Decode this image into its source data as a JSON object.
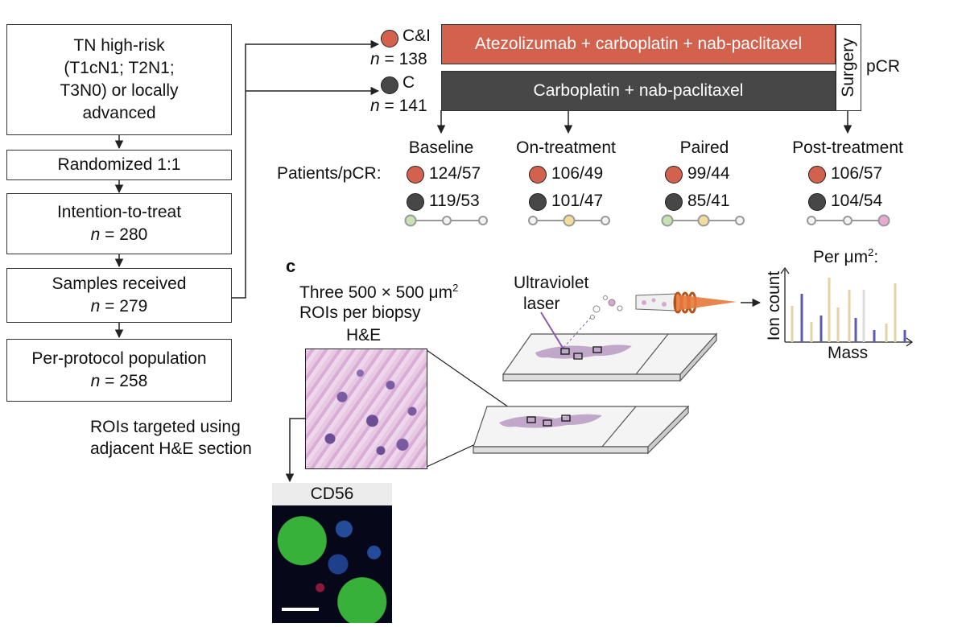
{
  "colors": {
    "ci": "#d2614d",
    "c": "#474747",
    "tl_baseline": "#c6e3b1",
    "tl_ontreatment": "#f4dd9c",
    "tl_post": "#eaa9cf",
    "tl_grey": "#f3f3f3"
  },
  "flow": {
    "box1": [
      "TN high-risk",
      "(T1cN1; T2N1;",
      "T3N0) or locally",
      "advanced"
    ],
    "box2": "Randomized 1:1",
    "box3_label": "Intention-to-treat",
    "box4_label": "Samples received",
    "box5_label": "Per-protocol population",
    "n_prefix": "n",
    "n_eq": " = ",
    "box3_n": "280",
    "box4_n": "279",
    "box5_n": "258"
  },
  "arms": {
    "ci_label": "C&I",
    "ci_n": "138",
    "c_label": "C",
    "c_n": "141",
    "ci_regimen": "Atezolizumab + carboplatin + nab-paclitaxel",
    "c_regimen": "Carboplatin + nab-paclitaxel",
    "surgery": "Surgery",
    "pcr": "pCR"
  },
  "timepoints": {
    "row_label": "Patients/pCR:",
    "items": [
      {
        "name": "Baseline",
        "ci": "124/57",
        "c": "119/53"
      },
      {
        "name": "On-treatment",
        "ci": "106/49",
        "c": "101/47"
      },
      {
        "name": "Paired",
        "ci": "99/44",
        "c": "85/41"
      },
      {
        "name": "Post-treatment",
        "ci": "106/57",
        "c": "104/54"
      }
    ]
  },
  "panel_c": {
    "letter": "c",
    "roi_line1": "Three 500 × 500 μm",
    "roi_sup": "2",
    "roi_line2": "ROIs per biopsy",
    "he": "H&E",
    "targeted_line1": "ROIs targeted using",
    "targeted_line2": "adjacent H&E section",
    "cd56": "CD56",
    "laser_line1": "Ultraviolet",
    "laser_line2": "laser",
    "per_um": "Per μm",
    "per_um_sup": "2",
    "per_um_suffix": ":",
    "ylabel": "Ion count",
    "xlabel": "Mass"
  }
}
